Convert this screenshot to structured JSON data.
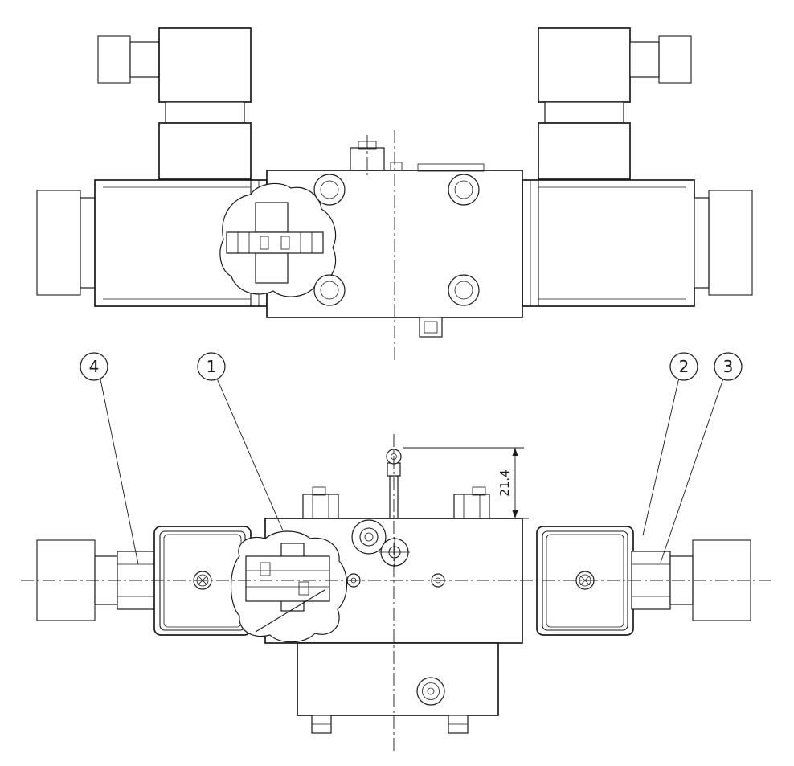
{
  "callouts": [
    {
      "label": "4"
    },
    {
      "label": "1"
    },
    {
      "label": "2"
    },
    {
      "label": "3"
    }
  ],
  "dimension": {
    "value": "21.4"
  },
  "colors": {
    "line": "#1a1a1a",
    "background": "#ffffff"
  }
}
